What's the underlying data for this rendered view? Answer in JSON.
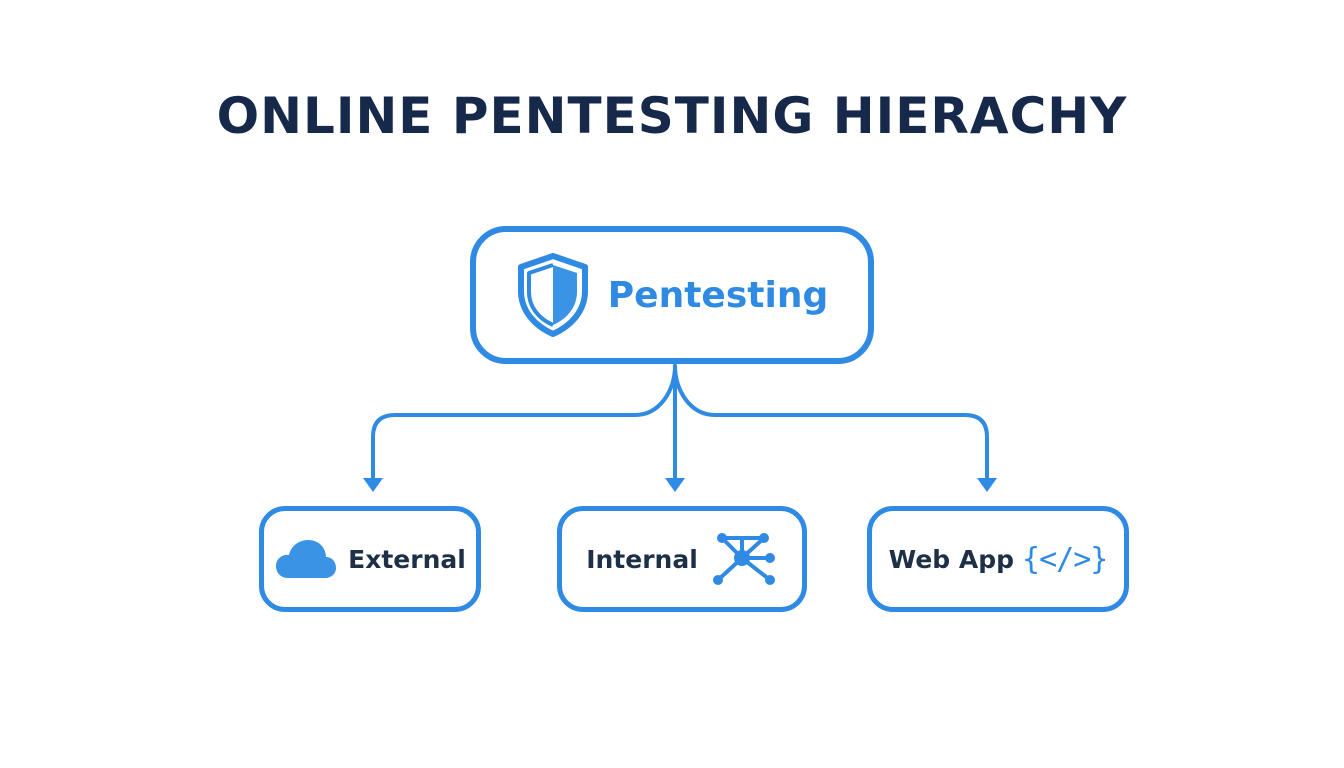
{
  "title": "ONLINE PENTESTING HIERACHY",
  "colors": {
    "title": "#16294a",
    "accent": "#2f8ae4",
    "accent_fill": "#3b93e6",
    "child_text": "#1e2f48",
    "background": "#ffffff"
  },
  "root": {
    "label": "Pentesting",
    "icon": "shield-icon"
  },
  "children": [
    {
      "label": "External",
      "icon": "cloud-icon"
    },
    {
      "label": "Internal",
      "icon": "network-icon"
    },
    {
      "label": "Web App",
      "icon": "code-icon",
      "icon_text": "{</>}"
    }
  ]
}
